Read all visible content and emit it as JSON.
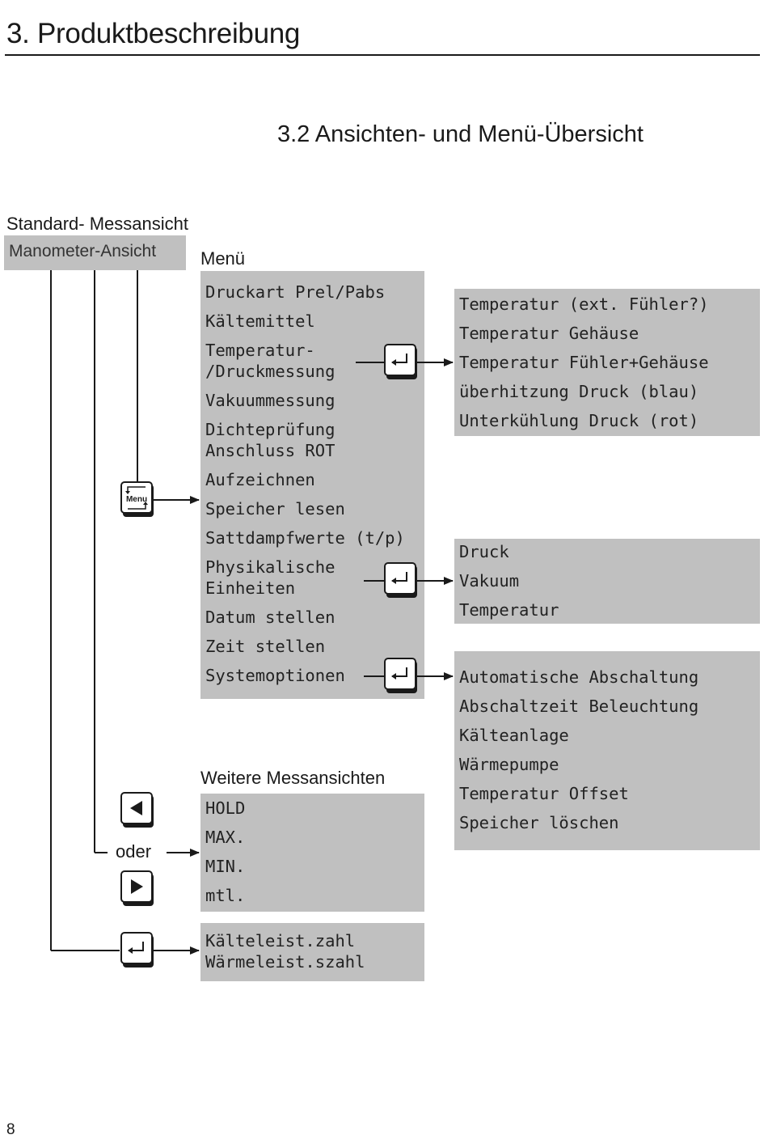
{
  "header": {
    "section_title": "3. Produktbeschreibung",
    "subsection_title": "3.2 Ansichten- und Menü-Übersicht"
  },
  "standard": {
    "label": "Standard- Messansicht",
    "view": "Manometer-Ansicht"
  },
  "menu": {
    "label": "Menü",
    "items": [
      "Druckart Prel/Pabs",
      "Kältemittel",
      "Temperatur-",
      "/Druckmessung",
      "Vakuummessung",
      "Dichteprüfung",
      "Anschluss ROT",
      "Aufzeichnen",
      "Speicher lesen",
      "Sattdampfwerte (t/p)",
      "Physikalische",
      "Einheiten",
      "Datum stellen",
      "Zeit stellen",
      "Systemoptionen"
    ]
  },
  "submenus": {
    "temperature": [
      "Temperatur (ext. Fühler?)",
      "Temperatur Gehäuse",
      "Temperatur Fühler+Gehäuse",
      "überhitzung Druck (blau)",
      "Unterkühlung Druck (rot)"
    ],
    "units": [
      "Druck",
      "Vakuum",
      "Temperatur"
    ],
    "system": [
      "Automatische Abschaltung",
      "Abschaltzeit Beleuchtung",
      "Kälteanlage",
      "Wärmepumpe",
      "Temperatur Offset",
      "Speicher löschen"
    ]
  },
  "further_views": {
    "label": "Weitere Messansichten",
    "items": [
      "HOLD",
      "MAX.",
      "MIN.",
      "mtl."
    ]
  },
  "cop_view": {
    "items": [
      "Kälteleist.zahl",
      "Wärmeleist.szahl"
    ]
  },
  "keys": {
    "menu_key": "Menu",
    "oder": "oder"
  },
  "icons": {
    "enter": "enter-key-icon",
    "menu": "menu-key-icon",
    "left": "left-arrow-key-icon",
    "right": "right-arrow-key-icon"
  },
  "page_number": "8"
}
